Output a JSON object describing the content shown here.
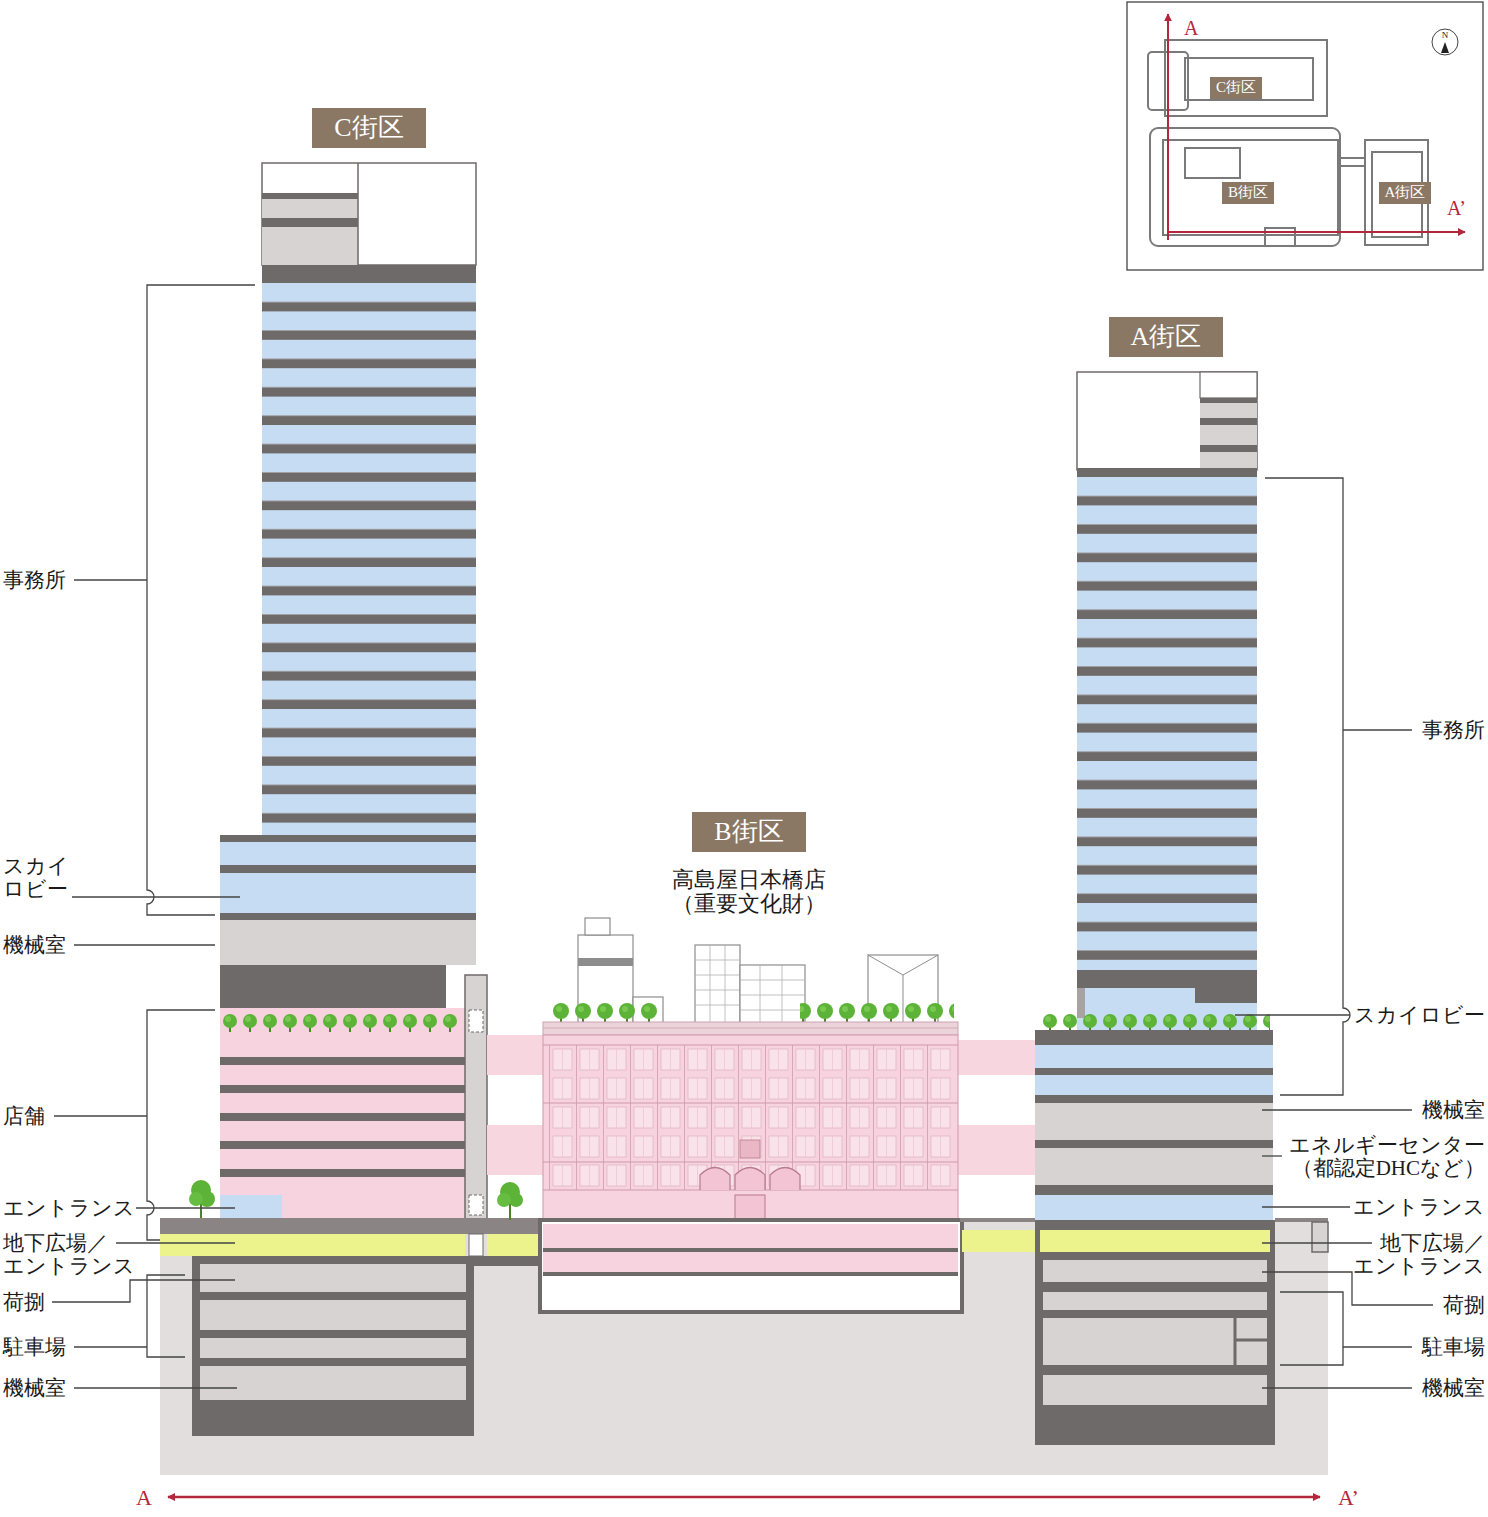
{
  "diagram": {
    "nodes": [
      {
        "text": [
          "C街区"
        ]
      },
      {
        "text": [
          "C街区"
        ]
      },
      {
        "text": [
          "B街区"
        ]
      },
      {
        "text": [
          "A街区"
        ]
      },
      {
        "text": [
          "A街区"
        ]
      },
      {
        "text": [
          "B街区"
        ]
      }
    ],
    "labels": [
      "A",
      "A’",
      "N",
      "事務所",
      "スカイ ロビー",
      "機械室",
      "店舗",
      "エントランス",
      "地下広場／ エントランス",
      "荷捌",
      "駐車場",
      "機械室",
      "高島屋日本橋店 （重要文化財）",
      "スカイロビー",
      "事務所",
      "機械室",
      "エネルギーセンター （都認定DHCなど）",
      "エントランス",
      "地下広場／ エントランス",
      "荷捌",
      "駐車場",
      "機械室",
      "A",
      "A’"
    ]
  }
}
